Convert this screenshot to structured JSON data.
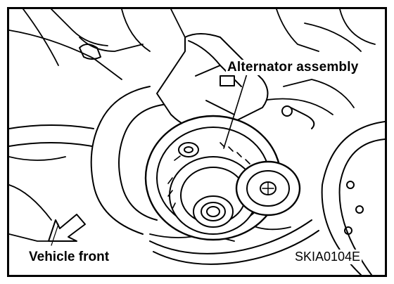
{
  "diagram": {
    "callout_label": "Alternator assembly",
    "direction_label": "Vehicle front",
    "figure_code": "SKIA0104E"
  }
}
